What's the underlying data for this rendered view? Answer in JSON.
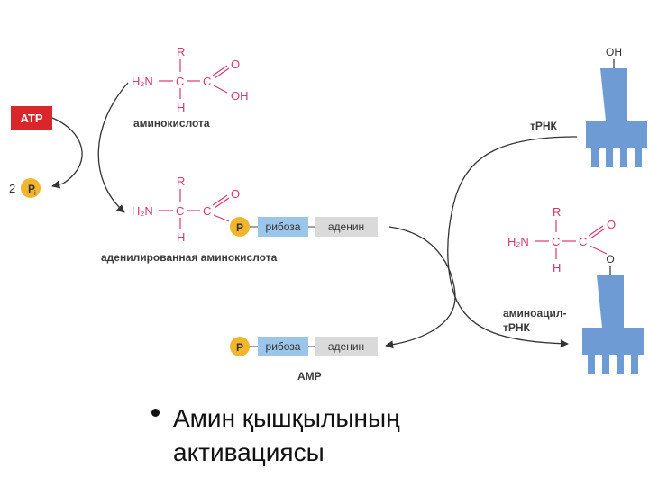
{
  "diagram": {
    "atp_label": "ATP",
    "pi_coeff": "2",
    "pi_label": "P",
    "pi_sub": "i",
    "amino_acid": {
      "r": "R",
      "nh2": "H₂N",
      "c_alpha": "C",
      "c_carboxyl": "C",
      "o": "O",
      "oh": "OH",
      "h": "H",
      "label": "аминокислота"
    },
    "adenylated": {
      "r": "R",
      "nh2": "H₂N",
      "c_alpha": "C",
      "c_carboxyl": "C",
      "o": "O",
      "h": "H",
      "p": "P",
      "ribose": "рибоза",
      "adenine": "аденин",
      "label": "аденилированная аминокислота"
    },
    "amp": {
      "p": "P",
      "ribose": "рибоза",
      "adenine": "аденин",
      "label": "AMP"
    },
    "trna": {
      "oh": "OH",
      "label": "тРНК"
    },
    "aminoacyl": {
      "r": "R",
      "nh2": "H₂N",
      "c_alpha": "C",
      "c_carboxyl": "C",
      "o_double": "O",
      "o_link": "O",
      "h": "H",
      "label_line1": "аминоацил-",
      "label_line2": "тРНК"
    },
    "colors": {
      "chem": "#d6386c",
      "atp_box": "#d9262b",
      "phosphate": "#f2b52e",
      "ribose_box": "#9cc5ea",
      "adenine_box": "#dadada",
      "trna": "#6e9bd4"
    }
  },
  "bullet": {
    "line1": "Амин қышқылының",
    "line2": "активациясы"
  }
}
